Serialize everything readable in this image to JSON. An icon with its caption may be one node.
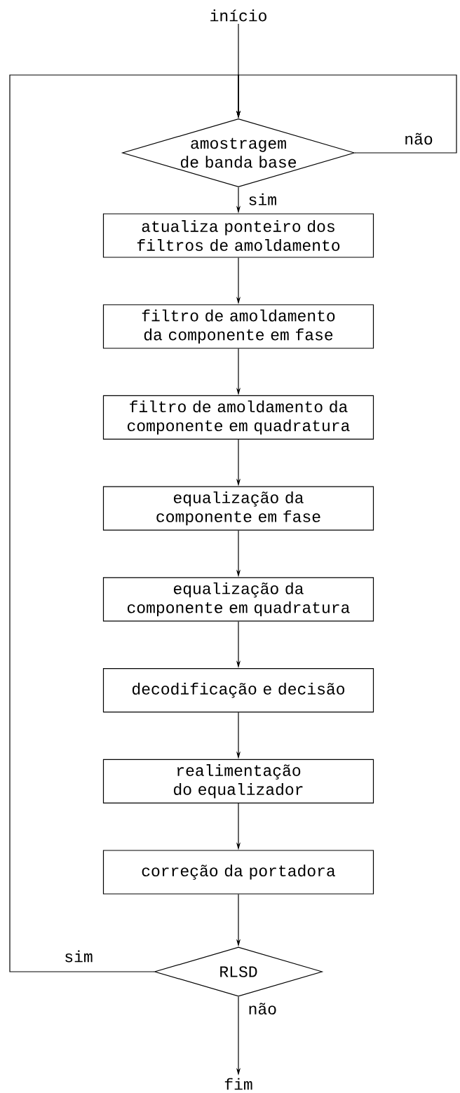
{
  "diagram": {
    "nodes": [
      {
        "text": [
          "início"
        ]
      },
      {
        "text": [
          "amostragem de banda base"
        ]
      },
      {
        "text": [
          "atualiza ponteiro dos filtros de amoldamento"
        ]
      },
      {
        "text": [
          "filtro de amoldamento da componente em fase"
        ]
      },
      {
        "text": [
          "filtro de amoldamento da componente em quadratura"
        ]
      },
      {
        "text": [
          "equalização da componente em fase"
        ]
      },
      {
        "text": [
          "equalização da componente em quadratura"
        ]
      },
      {
        "text": [
          "decodificação e decisão"
        ]
      },
      {
        "text": [
          "realimentação do equalizador"
        ]
      },
      {
        "text": [
          "correção da portadora"
        ]
      },
      {
        "text": [
          "RLSD"
        ]
      },
      {
        "text": [
          "fim"
        ]
      }
    ],
    "edges": [
      {
        "from": 0,
        "to": 1,
        "arrow": "to"
      },
      {
        "from": 1,
        "to": 1,
        "arrow": "to",
        "label": "não"
      },
      {
        "from": 1,
        "to": 2,
        "arrow": "to",
        "label": "sim"
      },
      {
        "from": 2,
        "to": 3,
        "arrow": "to"
      },
      {
        "from": 3,
        "to": 4,
        "arrow": "to"
      },
      {
        "from": 4,
        "to": 5,
        "arrow": "to"
      },
      {
        "from": 5,
        "to": 6,
        "arrow": "to"
      },
      {
        "from": 6,
        "to": 7,
        "arrow": "to"
      },
      {
        "from": 7,
        "to": 8,
        "arrow": "to"
      },
      {
        "from": 8,
        "to": 9,
        "arrow": "to"
      },
      {
        "from": 9,
        "to": 10,
        "arrow": "to"
      },
      {
        "from": 10,
        "to": 1,
        "arrow": "to",
        "label": "sim"
      },
      {
        "from": 10,
        "to": 11,
        "arrow": "to",
        "label": "não"
      }
    ]
  }
}
